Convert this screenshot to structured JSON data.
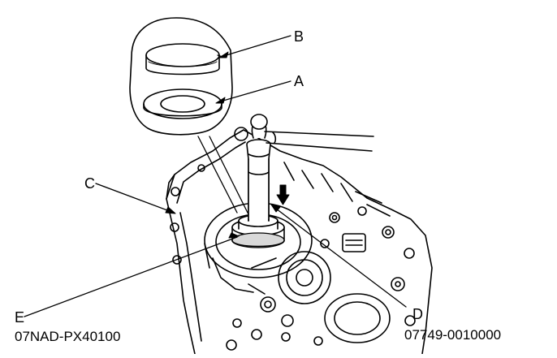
{
  "callouts": {
    "a": "A",
    "b": "B",
    "c": "C",
    "d": "D",
    "e": "E"
  },
  "tools": {
    "e_part_number": "07NAD-PX40100",
    "d_part_number": "07749-0010000"
  },
  "colors": {
    "ink": "#000000",
    "paper": "#ffffff",
    "shade": "#d9d9d9"
  }
}
